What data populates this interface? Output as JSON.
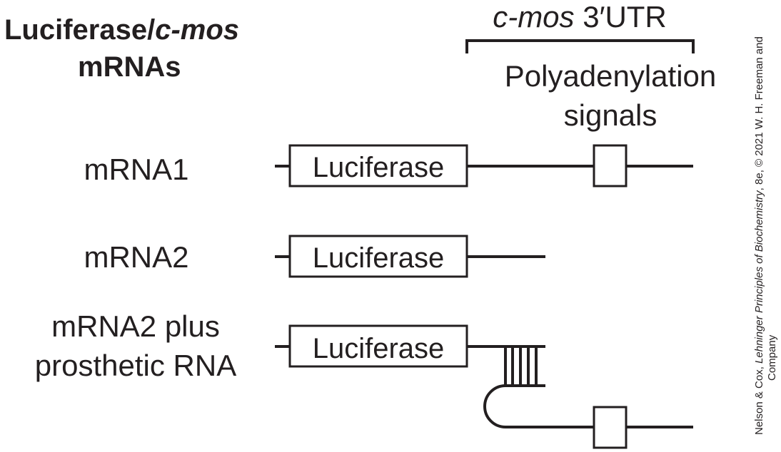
{
  "heading": {
    "line1_plain": "Luciferase/",
    "line1_italic": "c-mos",
    "line2": "mRNAs"
  },
  "utr": {
    "italic": "c-mos",
    "plain": " 3′UTR"
  },
  "polyadenylation": {
    "line1": "Polyadenylation",
    "line2": "signals"
  },
  "rows": [
    {
      "label": "mRNA1",
      "box": "Luciferase"
    },
    {
      "label": "mRNA2",
      "box": "Luciferase"
    },
    {
      "label_line1": "mRNA2 plus",
      "label_line2": "prosthetic RNA",
      "box": "Luciferase"
    }
  ],
  "credit": {
    "line1_a": "Nelson & Cox, ",
    "line1_italic": "Lehninger Principles of Biochemistry",
    "line1_b": ", 8e, © 2021 W. H. Freeman and",
    "line2": "Company"
  }
}
